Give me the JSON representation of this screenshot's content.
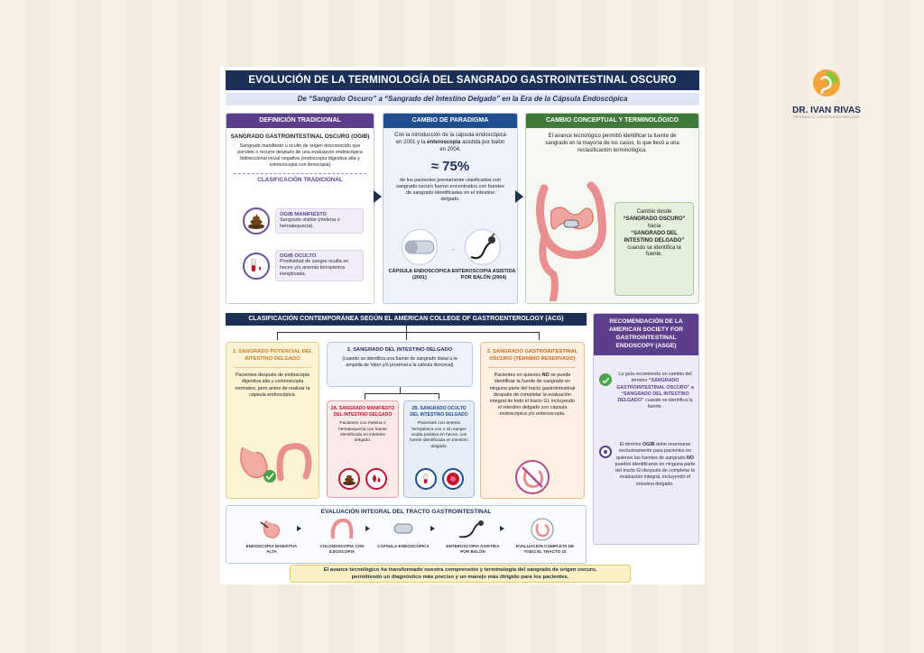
{
  "brand": {
    "name": "DR. IVAN RIVAS",
    "tag": "INTERNISTA | GASTROENTERÓLOGO"
  },
  "title": "EVOLUCIÓN DE LA TERMINOLOGÍA DEL SANGRADO GASTROINTESTINAL OSCURO",
  "subtitle": "De “Sangrado Oscuro” a “Sangrado del Intestino Delgado” en la Era de la Cápsula Endoscópica",
  "p1": {
    "header": "DEFINICIÓN TRADICIONAL",
    "term": "SANGRADO GASTROINTESTINAL OSCURO (OGIB)",
    "desc": "Sangrado manifiesto u oculto de origen desconocido que persiste o recurre después de una evaluación endoscópica bidireccional inicial negativa (endoscopia digestiva alta y colonoscopia con ileoscopia)",
    "class_title": "CLASIFICACIÓN TRADICIONAL",
    "manifest_title": "OGIB MANIFIESTO",
    "manifest_text": "Sangrado visible (melena o hematoquecia).",
    "occult_title": "OGIB OCULTO",
    "occult_text": "Positividad de sangre oculta en heces y/o anemia ferropénica inexplicada."
  },
  "p2": {
    "header": "CAMBIO DE PARADIGMA",
    "t1": "Con la introducción de la cápsula endoscópica en 2001 y la",
    "t1b": "enteroscopia",
    "t1c": "asistida por balón en 2004,",
    "pct": "≈ 75%",
    "t2": "de los pacientes previamente clasificados con sangrado oscuro fueron encontrados con fuentes de sangrado identificadas en el intestino delgado.",
    "cap": "CÁPSULA ENDOSCÓPICA (2001)",
    "ent": "ENTEROSCOPIA ASISTIDA POR BALÓN (2004)"
  },
  "p3": {
    "header": "CAMBIO CONCEPTUAL Y TERMINOLÓGICO",
    "text": "El avance tecnológico permitió identificar la fuente de sangrado en la mayoría de los casos, lo que llevó a una reclasificación terminológica.",
    "c1": "Cambio desde",
    "c2": "“SANGRADO OSCURO”",
    "c3": "hacia",
    "c4": "“SANGRADO DEL INTESTINO DELGADO”",
    "c5": "cuando se identifica la fuente."
  },
  "acg": {
    "header": "CLASIFICACIÓN CONTEMPORÁNEA SEGÚN EL AMERICAN COLLEGE OF GASTROENTEROLOGY (ACG)",
    "b1_title": "1. SANGRADO POTENCIAL DEL INTESTINO DELGADO",
    "b1_text": "Pacientes después de endoscopia digestiva alta y colonoscopia normales, pero antes de realizar la cápsula endoscópica.",
    "b2_title": "2. SANGRADO DEL INTESTINO DELGADO",
    "b2_sub": "(cuando se identifica una fuente de sangrado distal a la ampolla de Vater y/o proximal a la válvula ileocecal)",
    "b2a_title": "2A. SANGRADO MANIFIESTO DEL INTESTINO DELGADO",
    "b2a_text": "Pacientes con melena o hematoquecia con fuente identificada en intestino delgado.",
    "b2b_title": "2B. SANGRADO OCULTO DEL INTESTINO DELGADO",
    "b2b_text": "Pacientes con anemia ferropénica con o sin sangre oculta positiva en heces, con fuente identificada en intestino delgado.",
    "b3_title": "3. SANGRADO GASTROINTESTINAL OSCURO (TÉRMINO RESERVADO)",
    "b3_a": "Pacientes en quienes",
    "b3_no": "NO",
    "b3_b": "se puede identificar la fuente de sangrado en ninguna parte del tracto gastrointestinal después de completar la evaluación integral de todo el tracto GI, incluyendo el intestino delgado con cápsula endoscópica y/o enteroscopia."
  },
  "asge": {
    "header": "RECOMENDACIÓN DE LA AMERICAN SOCIETY FOR GASTROINTESTINAL ENDOSCOPY (ASGE)",
    "r1a": "La guía recomienda un cambio del término",
    "r1b": "“SANGRADO GASTROINTESTINAL OSCURO” a “SANGRADO DEL INTESTINO DELGADO”",
    "r1c": "cuando se identifica la fuente.",
    "r2a": "El término",
    "r2b": "OGIB",
    "r2c": "debe reservarse exclusivamente para pacientes en quienes las fuentes de sangrado",
    "r2d": "NO",
    "r2e": "pueden identificarse en ninguna parte del tracto GI después de completar la evaluación integral, incluyendo el intestino delgado."
  },
  "eval": {
    "header": "EVALUACIÓN INTEGRAL DEL TRACTO GASTROINTESTINAL",
    "steps": [
      "ENDOSCOPIA DIGESTIVA ALTA",
      "COLONOSCOPIA CON ILEOSCOPIA",
      "CÁPSULA ENDOSCÓPICA",
      "ENTEROSCOPIA ASISTIDA POR BALÓN",
      "EVALUACIÓN COMPLETA DE TODO EL TRACTO GI"
    ]
  },
  "footer": {
    "l1": "El avance tecnológico ha transformado nuestra comprensión y terminología del sangrado de origen oscuro,",
    "l2": "permitiendo un diagnóstico más preciso y un manejo más dirigido para los pacientes."
  },
  "colors": {
    "navy": "#1c2f57",
    "purple": "#5b3f8c",
    "blue": "#1f4f8f",
    "green": "#3f7a3a",
    "orange": "#e08a2c",
    "red": "#c8102e"
  }
}
